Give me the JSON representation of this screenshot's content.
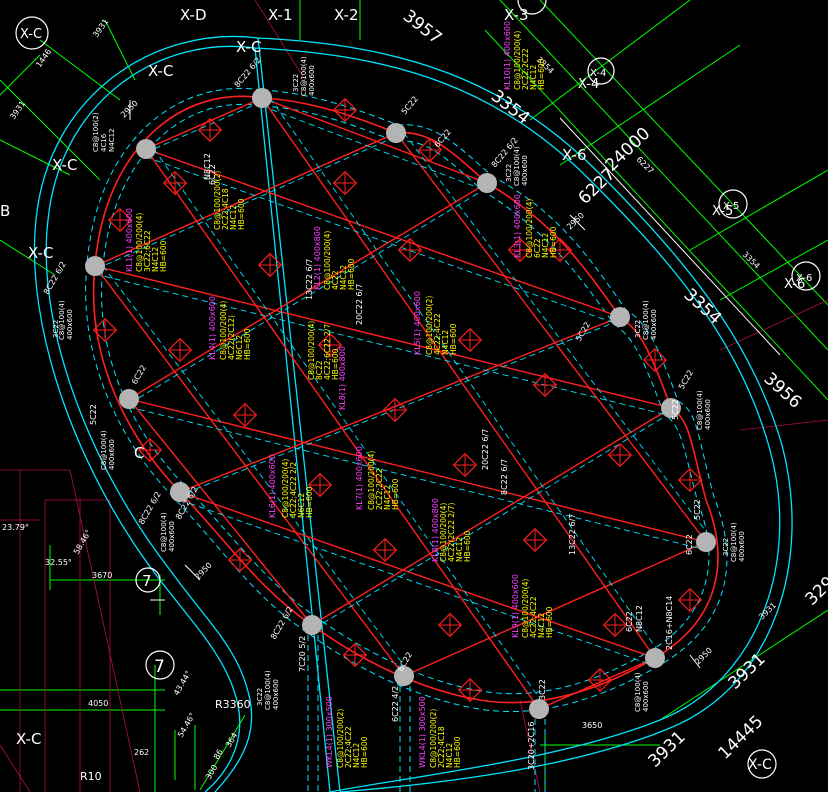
{
  "colors": {
    "background": "#000000",
    "grid_axis": "#00ff00",
    "dimension": "#ffffff",
    "beam_cyan": "#00e5ff",
    "beam_red": "#ff2020",
    "column": "#b4b4b4",
    "magenta": "#ff40ff",
    "yellow": "#ffff00",
    "dark_red": "#b01040"
  },
  "axis_bubbles": [
    "X-C",
    "X-C",
    "X-C",
    "X-C",
    "X-C",
    "X-5",
    "X-6",
    "X-4",
    "X-3",
    "7",
    "7",
    "X-C"
  ],
  "axis_labels": [
    "X-D",
    "X-1",
    "X-2",
    "X-3",
    "X-6",
    "X-C",
    "X-5",
    "X-4",
    "X-6",
    "X-C",
    "X-C",
    "B",
    "C"
  ],
  "dimensions": {
    "large": [
      "3957",
      "3354",
      "24000",
      "6227",
      "3354",
      "3956",
      "3931",
      "3931",
      "14445",
      "329"
    ],
    "small": [
      "1446",
      "3931",
      "3931",
      "2950",
      "2950",
      "2950",
      "2950",
      "3354",
      "6227",
      "3354",
      "3931",
      "3670",
      "4050",
      "R3360",
      "23.79°",
      "32.55°",
      "58.46°",
      "43.44°",
      "54.46°",
      "262",
      "86",
      "364",
      "300",
      "3650",
      "R10"
    ]
  },
  "beam_text": [
    "8C22 6/2",
    "8C22 6/2",
    "5C22",
    "6C22",
    "6C22",
    "6C22",
    "5C22",
    "5C22",
    "5C22",
    "5C22",
    "5C22",
    "8C22 6/2",
    "8C22 6/2",
    "8C22 6/2",
    "6C22",
    "8C22 6/2",
    "6C22",
    "3C22",
    "7C20 5/2",
    "6C22 4/2",
    "3C20+2C16",
    "8C22 6/2",
    "8C22 6/2",
    "8C22 6/2",
    "8C22 6/2",
    "13C22 6/7",
    "20C22 6/7",
    "8C22 6/7",
    "20C22 6/7",
    "13C22 6/7",
    "6C22",
    "N8C12",
    "N8C12",
    "N8C12",
    "2C16+N8C14",
    "6C22",
    "N8C12"
  ],
  "wkl_text": [
    "C8@100(2)",
    "4C16",
    "N4C12",
    "400x600",
    "C8@100(4)",
    "400x600",
    "C8@100(4)",
    "400x600",
    "C8@100(4)",
    "400x600",
    "C8@100(4)",
    "400x600",
    "C8@100(4)",
    "400x600",
    "C8@100(4)",
    "400x600",
    "C8@100(4)",
    "400x600",
    "C8@100(4)",
    "400x600",
    "C8@100(4)",
    "400x600",
    "C8@100(4)",
    "400x600",
    "3C22",
    "3C22",
    "3C22",
    "3C22",
    "3C22",
    "3C22"
  ],
  "magenta_labels": [
    "KL1(1) 400x600",
    "KL2(1) 400x800",
    "KL3(1) 400x600",
    "KL4(1) 400x600",
    "KL5(1) 400x600",
    "KL6(1) 400x600",
    "KL7(1) 400x600",
    "KL8(1) 400x800",
    "KL9(1) 400x600",
    "KL10(1) 400x600",
    "WKL4(1) 300x500",
    "WKL4(1) 300x500",
    "KL8(1) 400x800"
  ],
  "yellow_labels": [
    [
      "C8@100/200(4)",
      "3C22;6C22",
      "N4C12",
      "HB=600"
    ],
    [
      "C8@100/200(4)",
      "4C22",
      "N4C12",
      "HB=600"
    ],
    [
      "C8@100/200(4)",
      "6C22",
      "N4C12",
      "HB=600"
    ],
    [
      "C8@100/200(4)",
      "4C22(2C12)",
      "N6C12",
      "HB=600"
    ],
    [
      "C8@100/200(2)",
      "4C22;4C22",
      "N4C12",
      "HB=600"
    ],
    [
      "C8@100/200(4)",
      "4C22;4C22 2/2",
      "N6C12",
      "HB=600"
    ],
    [
      "C8@100/200(4)",
      "8C22",
      "4C22;6C22 2/7",
      "HB=600"
    ],
    [
      "C8@100/200(4)",
      "4C22(2C22 2/7)",
      "N4C12",
      "HB=600"
    ],
    [
      "C8@100/200(4)",
      "4C22;4C22",
      "N4C12",
      "HB=600"
    ],
    [
      "C8@100/200(4)",
      "2C22;2C22",
      "N4C12",
      "HB=600"
    ],
    [
      "C8@100/200(4)",
      "2C22;2C22",
      "N4C12",
      "HB=600"
    ],
    [
      "C8@100/200(2)",
      "2C22;4C22",
      "N4C12",
      "HB=600"
    ],
    [
      "C8@100/200(2)",
      "2C22;4C18",
      "N4C12",
      "HB=600"
    ],
    [
      "C8@100/200(2)",
      "2C22;4C18",
      "N4C12",
      "HB=600"
    ]
  ]
}
